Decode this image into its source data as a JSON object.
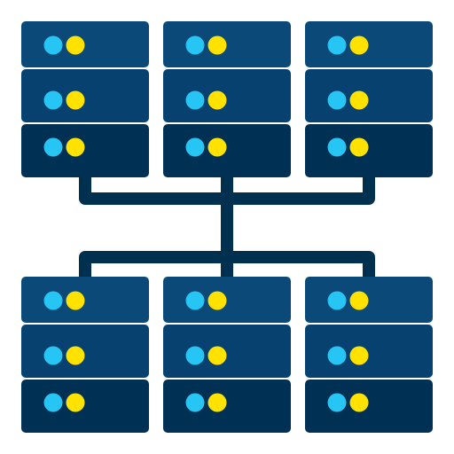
{
  "icon": {
    "name": "server-network-icon",
    "colors": {
      "unit_top": "#0b4a78",
      "unit_middle": "#064170",
      "unit_bottom": "#003154",
      "connector": "#00304f",
      "led_blue": "#27c5f4",
      "led_yellow": "#ffe200"
    },
    "racks": [
      {
        "name": "server-rack-top-left",
        "units": 3
      },
      {
        "name": "server-rack-top-center",
        "units": 3
      },
      {
        "name": "server-rack-top-right",
        "units": 3
      },
      {
        "name": "server-rack-bottom-left",
        "units": 3
      },
      {
        "name": "server-rack-bottom-center",
        "units": 3
      },
      {
        "name": "server-rack-bottom-right",
        "units": 3
      }
    ]
  }
}
